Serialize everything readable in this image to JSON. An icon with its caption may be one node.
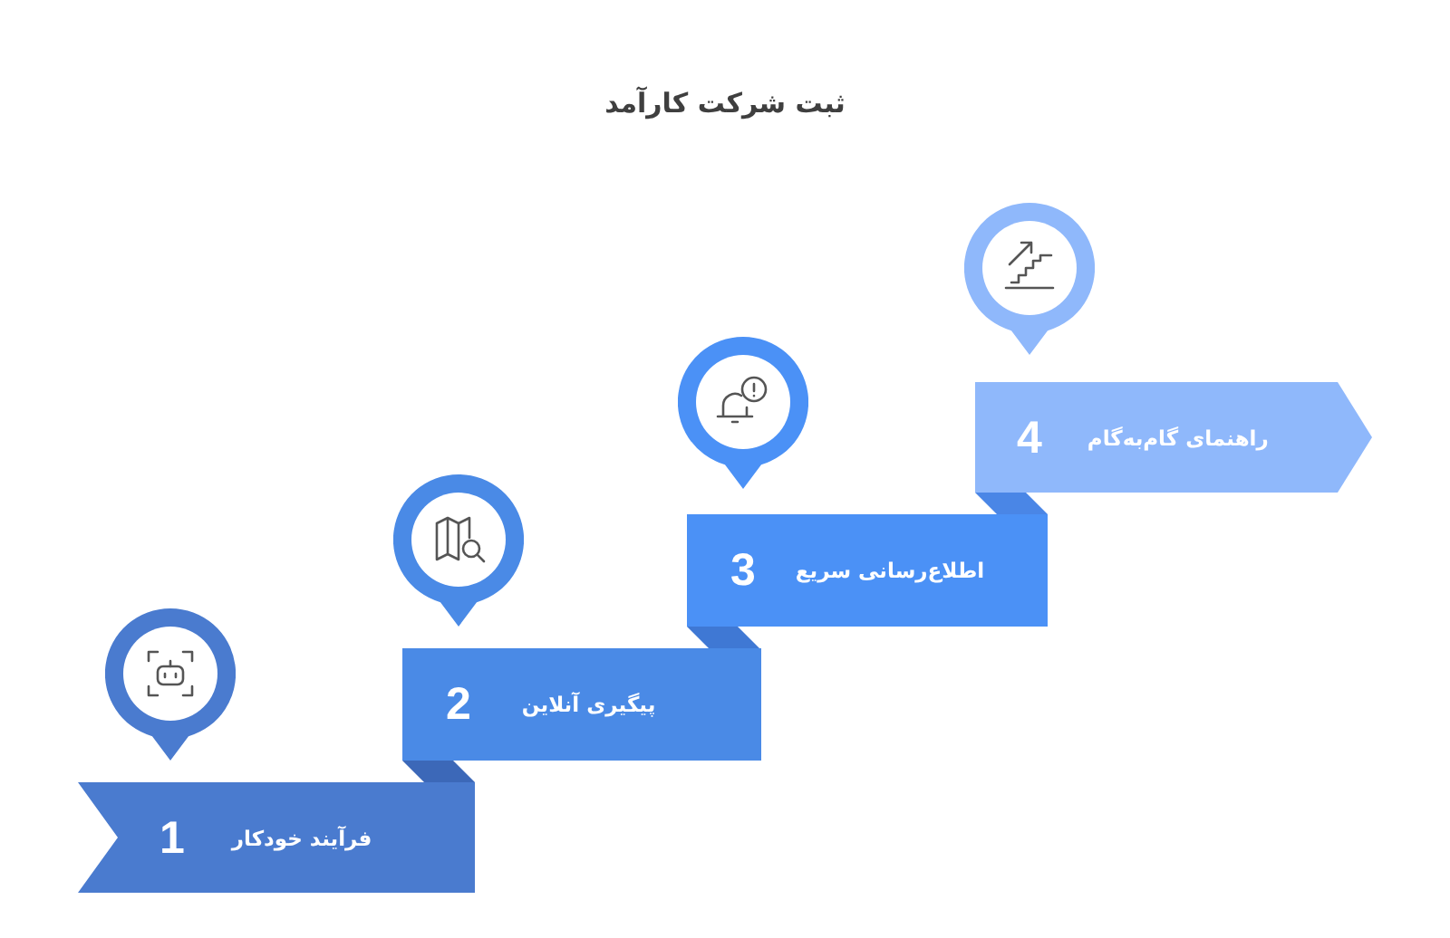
{
  "diagram": {
    "title": "ثبت شرکت کارآمد",
    "nodes": [
      {
        "text": [
          "فرآیند خودکار",
          "1"
        ]
      },
      {
        "text": [
          "پیگیری آنلاین",
          "2"
        ]
      },
      {
        "text": [
          "اطلاع‌رسانی سریع",
          "3"
        ]
      },
      {
        "text": [
          "راهنمای گام‌به‌گام",
          "4"
        ]
      }
    ]
  }
}
